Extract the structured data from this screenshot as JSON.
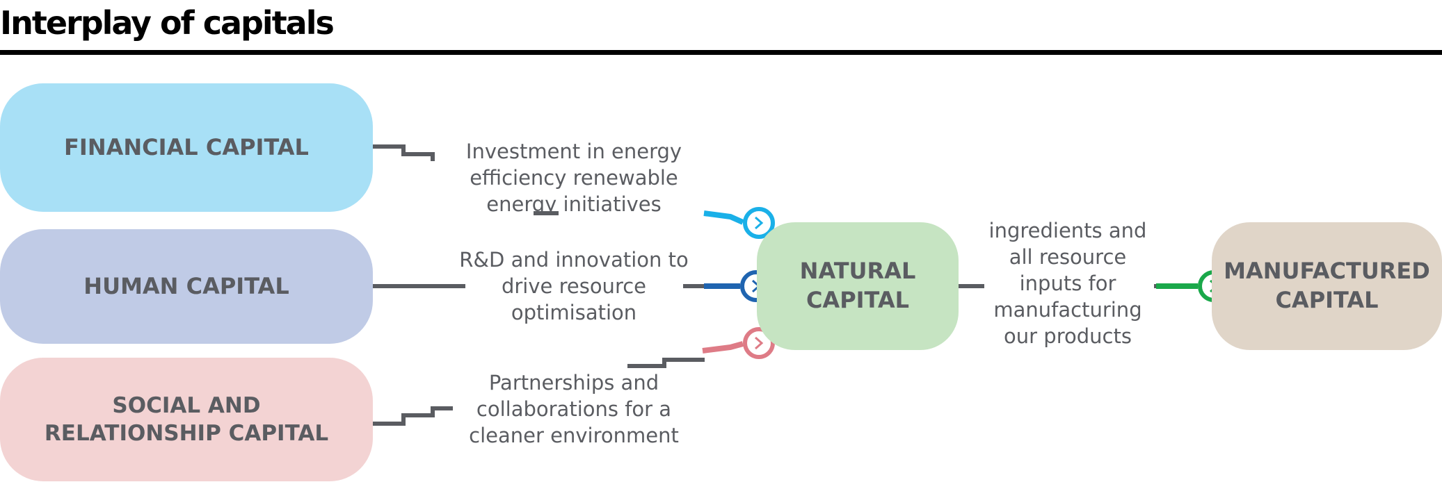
{
  "page": {
    "title": "Interplay of capitals"
  },
  "colors": {
    "financial": "#a8e0f6",
    "human": "#c0cbe6",
    "social": "#f3d3d3",
    "natural": "#c6e4c2",
    "manufactured": "#e0d5c8",
    "connector": "#5a5c61",
    "arrow_financial": "#1ab0e8",
    "arrow_human": "#1f64b0",
    "arrow_social": "#de7b86",
    "arrow_manufactured": "#1aa84a"
  },
  "capitals": {
    "financial": "FINANCIAL CAPITAL",
    "human": "HUMAN CAPITAL",
    "social": "SOCIAL AND RELATIONSHIP CAPITAL",
    "natural": "NATURAL CAPITAL",
    "manufactured": "MANUFACTURED CAPITAL"
  },
  "flows": {
    "financial": "Investment in energy efficiency renewable energy initiatives",
    "human": "R&D and innovation to drive resource optimisation",
    "social": "Partnerships and collaborations for a cleaner environment",
    "natural": "ingredients and all resource inputs for manufacturing our products"
  },
  "icons": {
    "arrow": "chevron-right-icon"
  }
}
